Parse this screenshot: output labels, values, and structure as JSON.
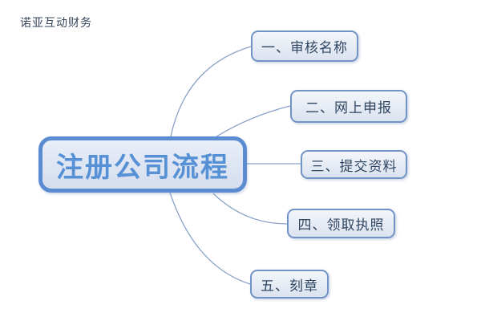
{
  "watermark": "诺亚互动财务",
  "diagram": {
    "type": "mindmap",
    "root": {
      "label": "注册公司流程"
    },
    "branches": [
      {
        "label": "一、审核名称"
      },
      {
        "label": "二、网上申报"
      },
      {
        "label": "三、提交资料"
      },
      {
        "label": "四、领取执照"
      },
      {
        "label": "五、刻章"
      }
    ]
  },
  "colors": {
    "root_border": "#5b8bd0",
    "root_fill": "#dde4f2",
    "root_text": "#5690d5",
    "branch_border": "#7193c5",
    "branch_fill": "#e7ecf5",
    "branch_text": "#2f4662",
    "connector": "#8aa2c8",
    "watermark_text": "#36455a",
    "background": "#ffffff"
  }
}
